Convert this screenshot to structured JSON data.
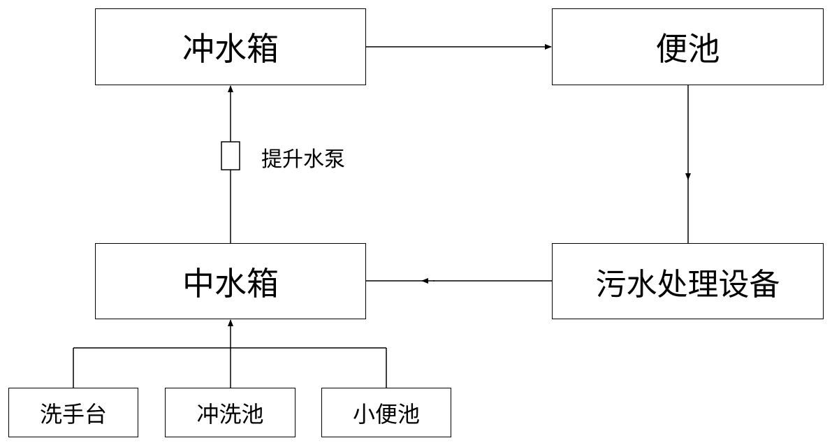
{
  "nodes": {
    "flush_tank": "冲水箱",
    "toilet_pool": "便池",
    "reclaimed_water_tank": "中水箱",
    "sewage_treatment": "污水处理设备",
    "washbasin": "洗手台",
    "flush_sink": "冲洗池",
    "urinal": "小便池"
  },
  "pump": {
    "label": "提升水泵"
  },
  "edges": [
    {
      "from": "flush_tank",
      "to": "toilet_pool"
    },
    {
      "from": "toilet_pool",
      "to": "sewage_treatment"
    },
    {
      "from": "sewage_treatment",
      "to": "reclaimed_water_tank"
    },
    {
      "from": "reclaimed_water_tank",
      "to": "flush_tank",
      "via": "pump"
    },
    {
      "from": "washbasin",
      "to": "reclaimed_water_tank"
    },
    {
      "from": "flush_sink",
      "to": "reclaimed_water_tank"
    },
    {
      "from": "urinal",
      "to": "reclaimed_water_tank"
    }
  ],
  "colors": {
    "line": "#000000",
    "background": "#ffffff"
  }
}
